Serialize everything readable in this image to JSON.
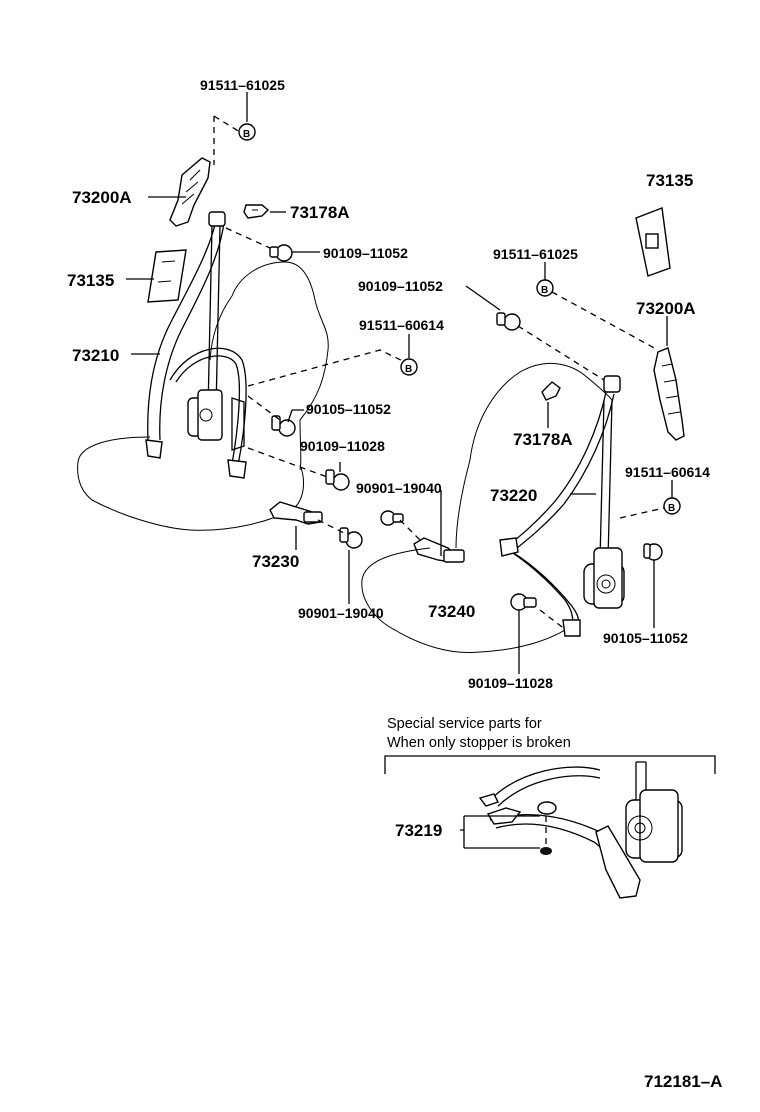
{
  "labels": {
    "p91511_61025_top": "91511–61025",
    "p73200A_left": "73200A",
    "p73178A_top": "73178A",
    "p90109_11052_left": "90109–11052",
    "p73135_left": "73135",
    "p73210": "73210",
    "p91511_60614_mid": "91511–60614",
    "p90105_11052_left": "90105–11052",
    "p90109_11028_left": "90109–11028",
    "p90901_19040_mid": "90901–19040",
    "p73230": "73230",
    "p90901_19040_bottom": "90901–19040",
    "p73240": "73240",
    "p73135_right": "73135",
    "p91511_61025_right": "91511–61025",
    "p90109_11052_right": "90109–11052",
    "p73200A_right": "73200A",
    "p73178A_right": "73178A",
    "p73220": "73220",
    "p91511_60614_right": "91511–60614",
    "p90105_11052_right": "90105–11052",
    "p90109_11028_bottom": "90109–11028",
    "p73219": "73219"
  },
  "note": {
    "line1": "Special service parts for",
    "line2": "When only stopper is broken"
  },
  "figure_id": "712181–A"
}
